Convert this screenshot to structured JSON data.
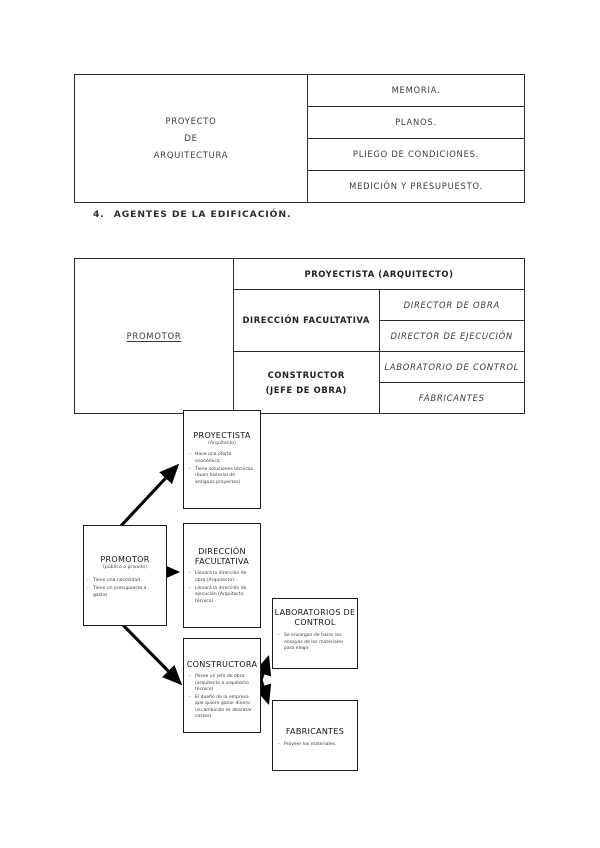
{
  "table_proyecto": {
    "left_label_lines": [
      "PROYECTO",
      "DE",
      "ARQUITECTURA"
    ],
    "documents": [
      "MEMORIA.",
      "PLANOS.",
      "PLIEGO DE CONDICIONES.",
      "MEDICIÓN Y PRESUPUESTO."
    ]
  },
  "heading": {
    "number": "4.",
    "text": "AGENTES DE LA EDIFICACIÓN."
  },
  "table_agentes": {
    "promotor": "PROMOTOR",
    "proyectista": "PROYECTISTA (ARQUITECTO)",
    "direccion_facultativa": "DIRECCIÓN FACULTATIVA",
    "constructor_line1": "CONSTRUCTOR",
    "constructor_line2": "(JEFE DE OBRA)",
    "director_obra": "DIRECTOR DE OBRA",
    "director_ejecucion": "DIRECTOR DE EJECUCIÓN",
    "laboratorio_control": "LABORATORIO DE CONTROL",
    "fabricantes": "FABRICANTES"
  },
  "diagram": {
    "nodes": [
      {
        "id": "promotor",
        "title": "PROMOTOR",
        "subtitle": "(público o privado)",
        "bullets": [
          "Tiene una necesidad",
          "Tiene un presupuesto a gastar"
        ]
      },
      {
        "id": "proyectista",
        "title": "PROYECTISTA",
        "subtitle": "(Arquitecto)",
        "bullets": [
          "Hace una oferta económica",
          "Tiene soluciones técnicas (buen historial de antiguos proyectos)"
        ]
      },
      {
        "id": "direccion",
        "title": "DIRECCIÓN FACULTATIVA",
        "subtitle": "",
        "bullets": [
          "Llevará la dirección de obra (Arquitecto)",
          "Llevará la dirección de ejecución (Arquitecto técnico)"
        ]
      },
      {
        "id": "constructora",
        "title": "CONSTRUCTORA",
        "subtitle": "",
        "bullets": [
          "Posee un jefe de obra (arquitecto o arquitecto técnico)",
          "El dueño de la empresa que quiere ganar dinero (su ambición es abaratar costes)"
        ]
      },
      {
        "id": "laboratorios",
        "title": "LABORATORIOS DE CONTROL",
        "subtitle": "",
        "bullets": [
          "Se encargan de hacer los ensayos de los materiales para elegir."
        ]
      },
      {
        "id": "fabricantes",
        "title": "FABRICANTES",
        "subtitle": "",
        "bullets": [
          "Proveer los materiales."
        ]
      }
    ]
  },
  "colors": {
    "ink": "#1a1a1a",
    "table_border": "#2b2b2b",
    "page_bg": "#ffffff"
  }
}
